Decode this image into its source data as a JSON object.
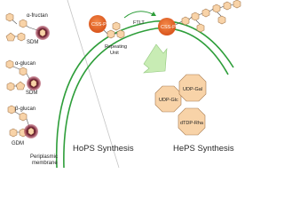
{
  "colors": {
    "membrane": "#2e9e3a",
    "sugar_fill": "#f8d3a8",
    "sugar_stroke": "#a77b50",
    "enzyme_dark": "#6b1d2f",
    "enzyme_halo": "#a8384f",
    "css_fill": "#e86a2a",
    "arrow_fill": "#c8ecb4",
    "divider": "#b8b8b8",
    "text": "#222222"
  },
  "hops": {
    "title": "HoPS Synthesis",
    "membrane_label_line1": "Periplasmic",
    "membrane_label_line2": "membrane",
    "groups": [
      {
        "product": "α-fructan",
        "substrate": "SDM"
      },
      {
        "product": "α-glucan",
        "substrate": "SDM"
      },
      {
        "product": "β-glucan",
        "substrate": "GDM"
      }
    ]
  },
  "heps": {
    "title": "HePS Synthesis",
    "enzyme1_label": "CSS-P",
    "enzyme2_label": "CSS-P",
    "transfer_label": "FTLT",
    "repeating_unit_line1": "Repeating",
    "repeating_unit_line2": "Unit",
    "nucleotide_sugars": [
      "UDP-Glc",
      "UDP-Gal",
      "dTDP-Rha"
    ]
  },
  "icons": {
    "monosaccharide": "hexagon-icon",
    "enzyme": "enzyme-sphere-icon",
    "arrow": "curved-arrow-icon"
  }
}
